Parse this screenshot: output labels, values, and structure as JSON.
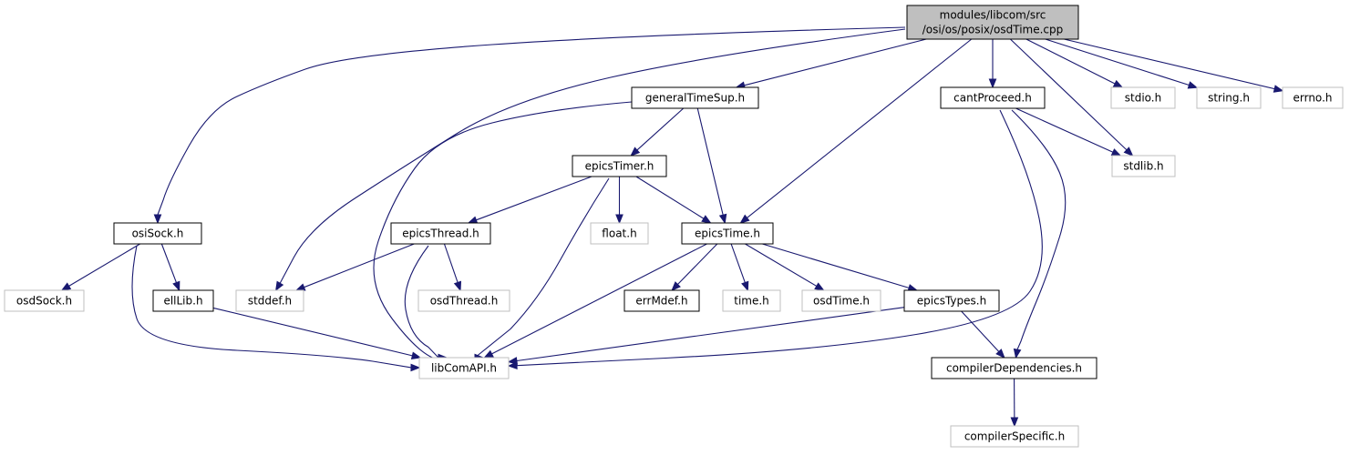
{
  "colors": {
    "edge": "#191970",
    "root_fill": "#bfbfbf",
    "doc_border": "#000000",
    "missing_border": "#bfbfbf",
    "background": "#ffffff"
  },
  "nodes": {
    "root": {
      "lines": [
        "modules/libcom/src",
        "/osi/os/posix/osdTime.cpp"
      ],
      "kind": "root"
    },
    "generalTimeSup": {
      "lines": [
        "generalTimeSup.h"
      ],
      "kind": "documented"
    },
    "cantProceed": {
      "lines": [
        "cantProceed.h"
      ],
      "kind": "documented"
    },
    "stdio": {
      "lines": [
        "stdio.h"
      ],
      "kind": "external"
    },
    "string": {
      "lines": [
        "string.h"
      ],
      "kind": "external"
    },
    "errno": {
      "lines": [
        "errno.h"
      ],
      "kind": "external"
    },
    "stdlib": {
      "lines": [
        "stdlib.h"
      ],
      "kind": "external"
    },
    "epicsTimer": {
      "lines": [
        "epicsTimer.h"
      ],
      "kind": "documented"
    },
    "osiSock": {
      "lines": [
        "osiSock.h"
      ],
      "kind": "documented"
    },
    "epicsThread": {
      "lines": [
        "epicsThread.h"
      ],
      "kind": "documented"
    },
    "float": {
      "lines": [
        "float.h"
      ],
      "kind": "external"
    },
    "epicsTime": {
      "lines": [
        "epicsTime.h"
      ],
      "kind": "documented"
    },
    "osdSock": {
      "lines": [
        "osdSock.h"
      ],
      "kind": "external"
    },
    "ellLib": {
      "lines": [
        "ellLib.h"
      ],
      "kind": "documented"
    },
    "stddef": {
      "lines": [
        "stddef.h"
      ],
      "kind": "external"
    },
    "osdThread": {
      "lines": [
        "osdThread.h"
      ],
      "kind": "external"
    },
    "errMdef": {
      "lines": [
        "errMdef.h"
      ],
      "kind": "documented"
    },
    "time": {
      "lines": [
        "time.h"
      ],
      "kind": "external"
    },
    "osdTime": {
      "lines": [
        "osdTime.h"
      ],
      "kind": "external"
    },
    "epicsTypes": {
      "lines": [
        "epicsTypes.h"
      ],
      "kind": "documented"
    },
    "libComAPI": {
      "lines": [
        "libComAPI.h"
      ],
      "kind": "external"
    },
    "compilerDependencies": {
      "lines": [
        "compilerDependencies.h"
      ],
      "kind": "documented"
    },
    "compilerSpecific": {
      "lines": [
        "compilerSpecific.h"
      ],
      "kind": "external"
    }
  },
  "edges": [
    [
      "root",
      "osiSock"
    ],
    [
      "root",
      "stddef"
    ],
    [
      "root",
      "generalTimeSup"
    ],
    [
      "root",
      "epicsTime"
    ],
    [
      "root",
      "cantProceed"
    ],
    [
      "root",
      "stdlib"
    ],
    [
      "root",
      "stdio"
    ],
    [
      "root",
      "string"
    ],
    [
      "root",
      "errno"
    ],
    [
      "generalTimeSup",
      "libComAPI"
    ],
    [
      "generalTimeSup",
      "epicsTimer"
    ],
    [
      "generalTimeSup",
      "epicsTime"
    ],
    [
      "cantProceed",
      "libComAPI"
    ],
    [
      "cantProceed",
      "compilerDependencies"
    ],
    [
      "cantProceed",
      "stdlib"
    ],
    [
      "epicsTimer",
      "epicsThread"
    ],
    [
      "epicsTimer",
      "libComAPI"
    ],
    [
      "epicsTimer",
      "float"
    ],
    [
      "epicsTimer",
      "epicsTime"
    ],
    [
      "osiSock",
      "osdSock"
    ],
    [
      "osiSock",
      "libComAPI"
    ],
    [
      "osiSock",
      "ellLib"
    ],
    [
      "epicsThread",
      "stddef"
    ],
    [
      "epicsThread",
      "libComAPI"
    ],
    [
      "epicsThread",
      "osdThread"
    ],
    [
      "epicsTime",
      "libComAPI"
    ],
    [
      "epicsTime",
      "errMdef"
    ],
    [
      "epicsTime",
      "time"
    ],
    [
      "epicsTime",
      "osdTime"
    ],
    [
      "epicsTime",
      "epicsTypes"
    ],
    [
      "ellLib",
      "libComAPI"
    ],
    [
      "epicsTypes",
      "libComAPI"
    ],
    [
      "epicsTypes",
      "compilerDependencies"
    ],
    [
      "compilerDependencies",
      "compilerSpecific"
    ]
  ]
}
